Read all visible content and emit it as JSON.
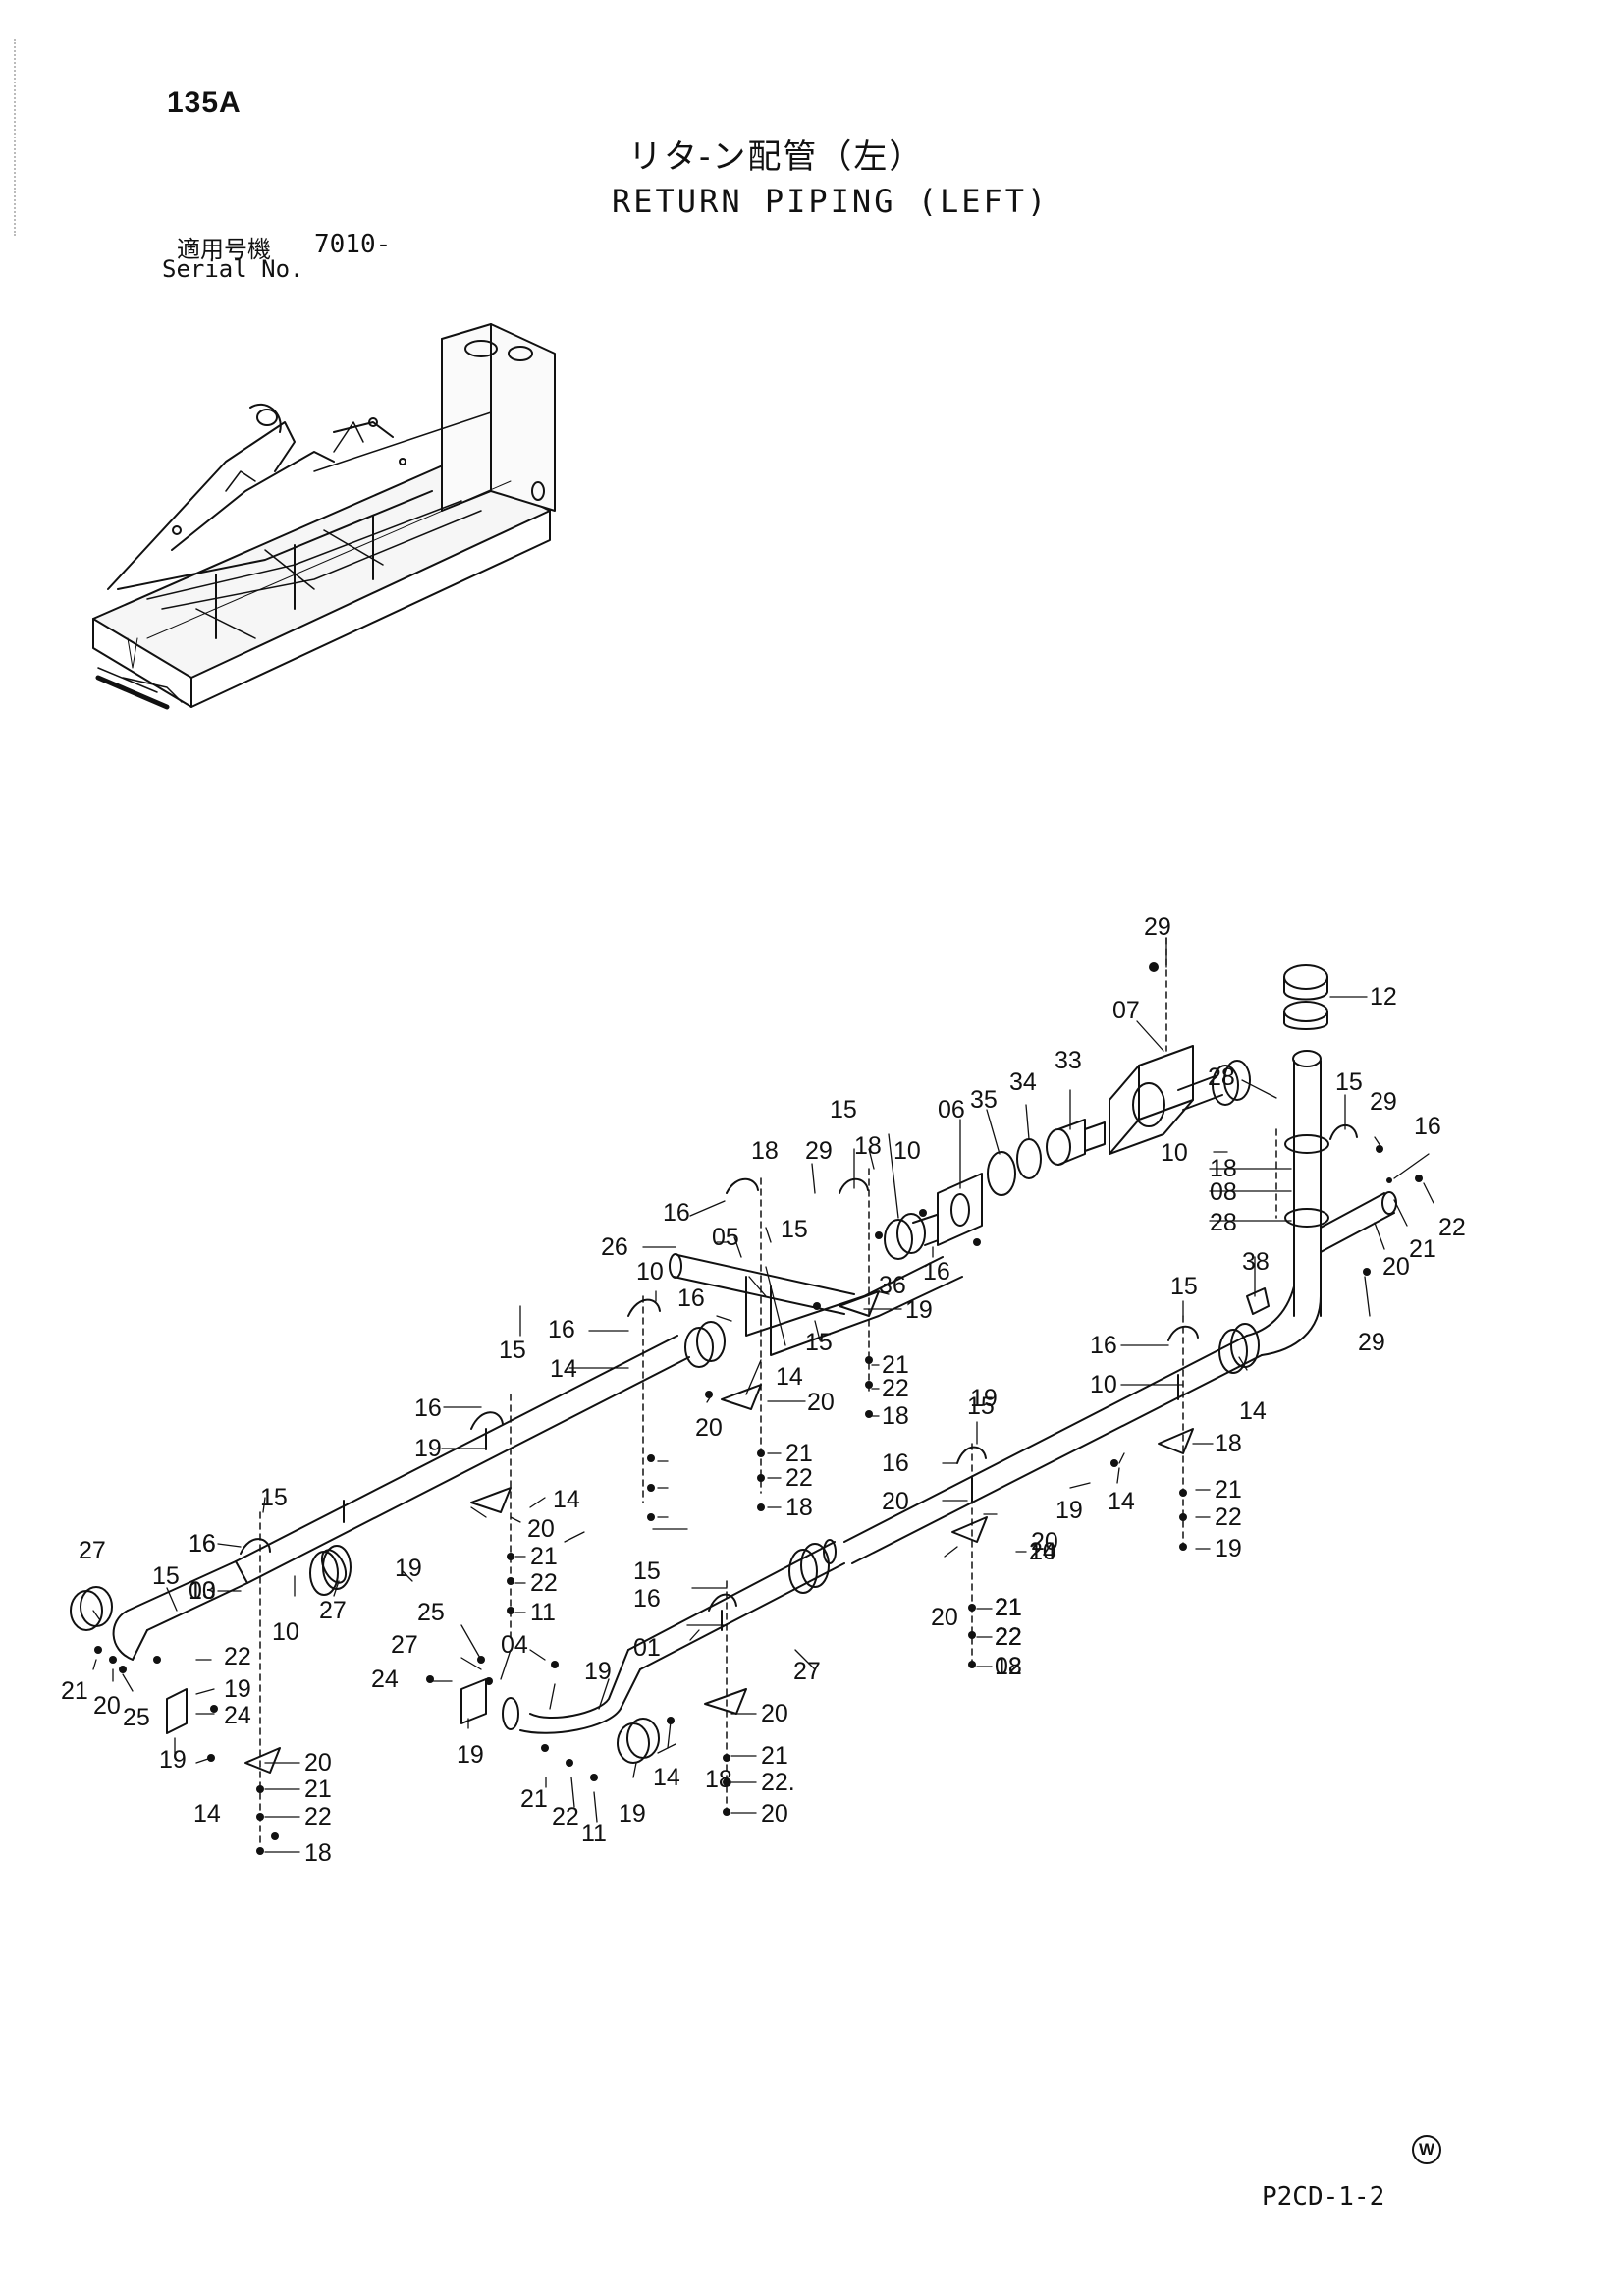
{
  "page_number": "135A",
  "title_jp": "リタ-ン配管（左）",
  "title_en": "RETURN PIPING (LEFT)",
  "serial": {
    "label_jp": "適用号機",
    "value": "7010-",
    "label_en": "Serial No."
  },
  "doc_code": "P2CD-1-2",
  "mark": "W",
  "callouts": [
    {
      "id": "c29a",
      "text": "29"
    },
    {
      "id": "c12",
      "text": "12"
    },
    {
      "id": "c07",
      "text": "07"
    },
    {
      "id": "c33",
      "text": "33"
    },
    {
      "id": "c34",
      "text": "34"
    },
    {
      "id": "c35",
      "text": "35"
    },
    {
      "id": "c06",
      "text": "06"
    },
    {
      "id": "c28a",
      "text": "28"
    },
    {
      "id": "c15a",
      "text": "15"
    },
    {
      "id": "c29b",
      "text": "29"
    },
    {
      "id": "c16a",
      "text": "16"
    },
    {
      "id": "c10a",
      "text": "10"
    },
    {
      "id": "c18a",
      "text": "18"
    },
    {
      "id": "c08",
      "text": "08"
    },
    {
      "id": "c28b",
      "text": "28"
    },
    {
      "id": "c22a",
      "text": "22"
    },
    {
      "id": "c21a",
      "text": "21"
    },
    {
      "id": "c20a",
      "text": "20"
    },
    {
      "id": "c38",
      "text": "38"
    },
    {
      "id": "c29c",
      "text": "29"
    },
    {
      "id": "c15b",
      "text": "15"
    },
    {
      "id": "c18b",
      "text": "18"
    },
    {
      "id": "c29d",
      "text": "29"
    },
    {
      "id": "c18c",
      "text": "18"
    },
    {
      "id": "c10b",
      "text": "10"
    },
    {
      "id": "c15c",
      "text": "15"
    },
    {
      "id": "c16b",
      "text": "16"
    },
    {
      "id": "c05",
      "text": "05"
    },
    {
      "id": "c26",
      "text": "26"
    },
    {
      "id": "c10c",
      "text": "10"
    },
    {
      "id": "c16c",
      "text": "16"
    },
    {
      "id": "c36",
      "text": "36"
    },
    {
      "id": "c16d",
      "text": "16"
    },
    {
      "id": "c14a",
      "text": "14"
    },
    {
      "id": "c19a",
      "text": "19"
    },
    {
      "id": "c15d",
      "text": "15"
    },
    {
      "id": "c16e",
      "text": "16"
    },
    {
      "id": "c14b",
      "text": "14"
    },
    {
      "id": "c20b",
      "text": "20"
    },
    {
      "id": "c21b",
      "text": "21"
    },
    {
      "id": "c22b",
      "text": "22"
    },
    {
      "id": "c18d",
      "text": "18"
    },
    {
      "id": "c15e",
      "text": "15"
    },
    {
      "id": "c16f",
      "text": "16"
    },
    {
      "id": "c19b",
      "text": "19"
    },
    {
      "id": "c20c",
      "text": "20"
    },
    {
      "id": "c21c",
      "text": "21"
    },
    {
      "id": "c22c",
      "text": "22"
    },
    {
      "id": "c18e",
      "text": "18"
    },
    {
      "id": "c15f",
      "text": "15"
    },
    {
      "id": "c16g",
      "text": "16"
    },
    {
      "id": "c10d",
      "text": "10"
    },
    {
      "id": "c14c",
      "text": "14"
    },
    {
      "id": "c18f",
      "text": "18"
    },
    {
      "id": "c15g",
      "text": "15"
    },
    {
      "id": "c16h",
      "text": "16"
    },
    {
      "id": "c20d",
      "text": "20"
    },
    {
      "id": "c21d",
      "text": "21"
    },
    {
      "id": "c22d",
      "text": "22"
    },
    {
      "id": "c19c",
      "text": "19"
    },
    {
      "id": "c14d",
      "text": "14"
    },
    {
      "id": "c20e",
      "text": "20"
    },
    {
      "id": "c21e",
      "text": "21"
    },
    {
      "id": "c22e",
      "text": "22"
    },
    {
      "id": "c18g",
      "text": "18"
    },
    {
      "id": "c15h",
      "text": "15"
    },
    {
      "id": "c16i",
      "text": "16"
    },
    {
      "id": "c01",
      "text": "01"
    },
    {
      "id": "c19d",
      "text": "19"
    },
    {
      "id": "c20f",
      "text": "20"
    },
    {
      "id": "c21f",
      "text": "21"
    },
    {
      "id": "c22f",
      "text": "22"
    },
    {
      "id": "c02",
      "text": "02"
    },
    {
      "id": "c19e",
      "text": "19"
    },
    {
      "id": "c14e",
      "text": "14"
    },
    {
      "id": "c20g",
      "text": "20"
    },
    {
      "id": "c21g",
      "text": "21"
    },
    {
      "id": "c22g",
      "text": "22"
    },
    {
      "id": "c11a",
      "text": "11"
    },
    {
      "id": "c27a",
      "text": "27"
    },
    {
      "id": "c15i",
      "text": "15"
    },
    {
      "id": "c16j",
      "text": "16"
    },
    {
      "id": "c03",
      "text": "03"
    },
    {
      "id": "c10e",
      "text": "10"
    },
    {
      "id": "c27b",
      "text": "27"
    },
    {
      "id": "c22h",
      "text": "22"
    },
    {
      "id": "c21h",
      "text": "21"
    },
    {
      "id": "c20h",
      "text": "20"
    },
    {
      "id": "c25a",
      "text": "25"
    },
    {
      "id": "c19f",
      "text": "19"
    },
    {
      "id": "c24a",
      "text": "24"
    },
    {
      "id": "c19g",
      "text": "19"
    },
    {
      "id": "c14f",
      "text": "14"
    },
    {
      "id": "c20i",
      "text": "20"
    },
    {
      "id": "c21i",
      "text": "21"
    },
    {
      "id": "c22i",
      "text": "22"
    },
    {
      "id": "c18h",
      "text": "18"
    },
    {
      "id": "c15j",
      "text": "15"
    },
    {
      "id": "c16k",
      "text": "16"
    },
    {
      "id": "c10f",
      "text": "10"
    },
    {
      "id": "c27c",
      "text": "27"
    },
    {
      "id": "c25b",
      "text": "25"
    },
    {
      "id": "c27d",
      "text": "27"
    },
    {
      "id": "c04",
      "text": "04"
    },
    {
      "id": "c19h",
      "text": "19"
    },
    {
      "id": "c24b",
      "text": "24"
    },
    {
      "id": "c19i",
      "text": "19"
    },
    {
      "id": "c14g",
      "text": "14"
    },
    {
      "id": "c20j",
      "text": "20"
    },
    {
      "id": "c21j",
      "text": "21"
    },
    {
      "id": "c22j",
      "text": "22."
    },
    {
      "id": "c20k",
      "text": "20"
    },
    {
      "id": "c21k",
      "text": "21"
    },
    {
      "id": "c22k",
      "text": "22"
    },
    {
      "id": "c11b",
      "text": "11"
    },
    {
      "id": "c19j",
      "text": "19"
    },
    {
      "id": "c18i",
      "text": "18"
    },
    {
      "id": "c19k",
      "text": "19"
    },
    {
      "id": "c14h",
      "text": "14"
    },
    {
      "id": "c20l",
      "text": "20"
    },
    {
      "id": "c21l",
      "text": "21"
    },
    {
      "id": "c22l",
      "text": "22"
    }
  ]
}
